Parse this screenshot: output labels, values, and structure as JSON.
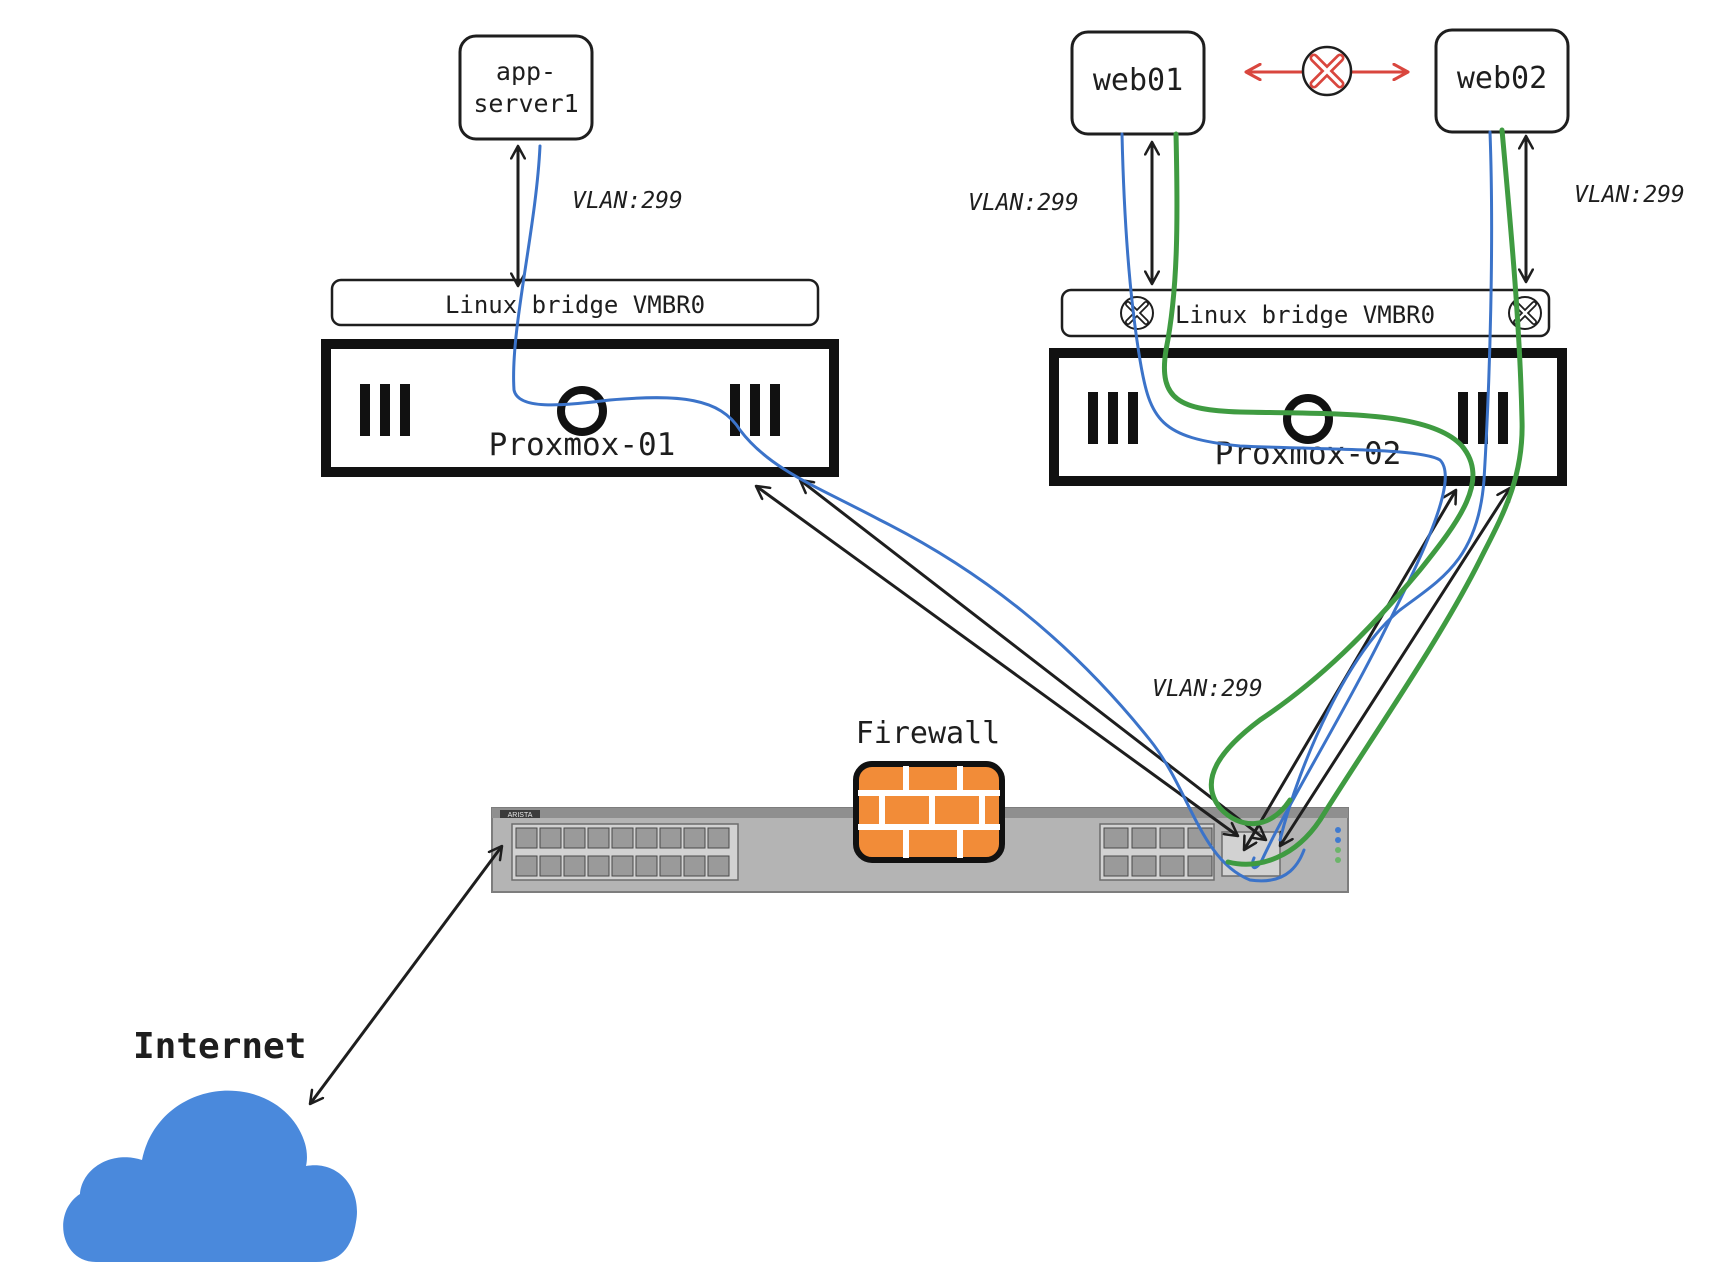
{
  "nodes": {
    "app_server": {
      "line1": "app-",
      "line2": "server1"
    },
    "web01": "web01",
    "web02": "web02"
  },
  "bridges": {
    "left": "Linux bridge VMBR0",
    "right": "Linux bridge VMBR0"
  },
  "hosts": {
    "left": "Proxmox-01",
    "right": "Proxmox-02"
  },
  "vlans": {
    "app": "VLAN:299",
    "web01": "VLAN:299",
    "web02": "VLAN:299",
    "switch": "VLAN:299"
  },
  "firewall_label": "Firewall",
  "switch_brand": "ARISTA",
  "internet_label": "Internet",
  "colors": {
    "ink": "#1e1e1e",
    "blue_link": "#3b73c9",
    "green_link": "#3f9b41",
    "blocked_red": "#d9463e",
    "firewall_orange": "#f28c38",
    "switch_gray": "#b4b4b4",
    "cloud_blue": "#4a89dc"
  },
  "icons": {
    "blocked": "blocked-x-icon",
    "firewall": "brick-wall-icon",
    "cloud": "cloud-icon"
  }
}
